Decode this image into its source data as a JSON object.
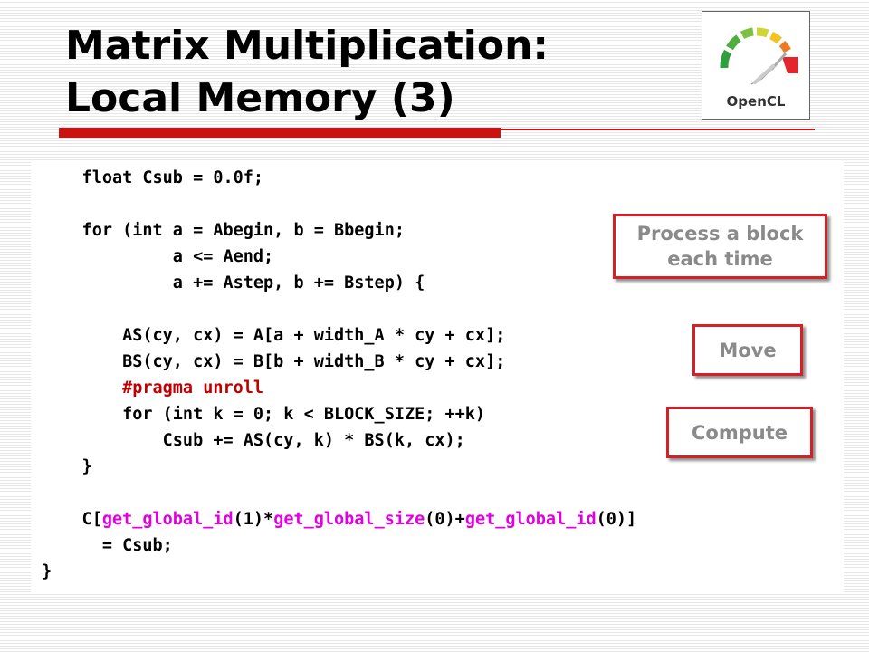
{
  "title": {
    "line1": "Matrix Multiplication:",
    "line2": "Local Memory (3)"
  },
  "logo": {
    "text": "OpenCL",
    "icon": "speedometer-gauge-icon",
    "colors": [
      "#2e9e3e",
      "#7cc142",
      "#cfd634",
      "#f2c324",
      "#ee7b22",
      "#e2272c"
    ]
  },
  "code": {
    "lines": [
      "    float Csub = 0.0f;",
      "    for (int a = Abegin, b = Bbegin;",
      "             a <= Aend;",
      "             a += Astep, b += Bstep) {",
      "        AS(cy, cx) = A[a + width_A * cy + cx];",
      "        BS(cy, cx) = B[b + width_B * cy + cx];",
      "        #pragma unroll",
      "        for (int k = 0; k < BLOCK_SIZE; ++k)",
      "            Csub += AS(cy, k) * BS(k, cx);",
      "    }",
      "    C[get_global_id(1)*get_global_size(0)+get_global_id(0)]",
      "      = Csub;",
      "}"
    ],
    "highlight_colors": {
      "pragma": "#c00000",
      "builtin": "#e000e0"
    }
  },
  "callouts": {
    "process": "Process a block each time",
    "move": "Move",
    "compute": "Compute"
  },
  "colors": {
    "accent": "#cc1111",
    "callout_border": "#d71f26",
    "callout_text": "#8a8a8a"
  }
}
